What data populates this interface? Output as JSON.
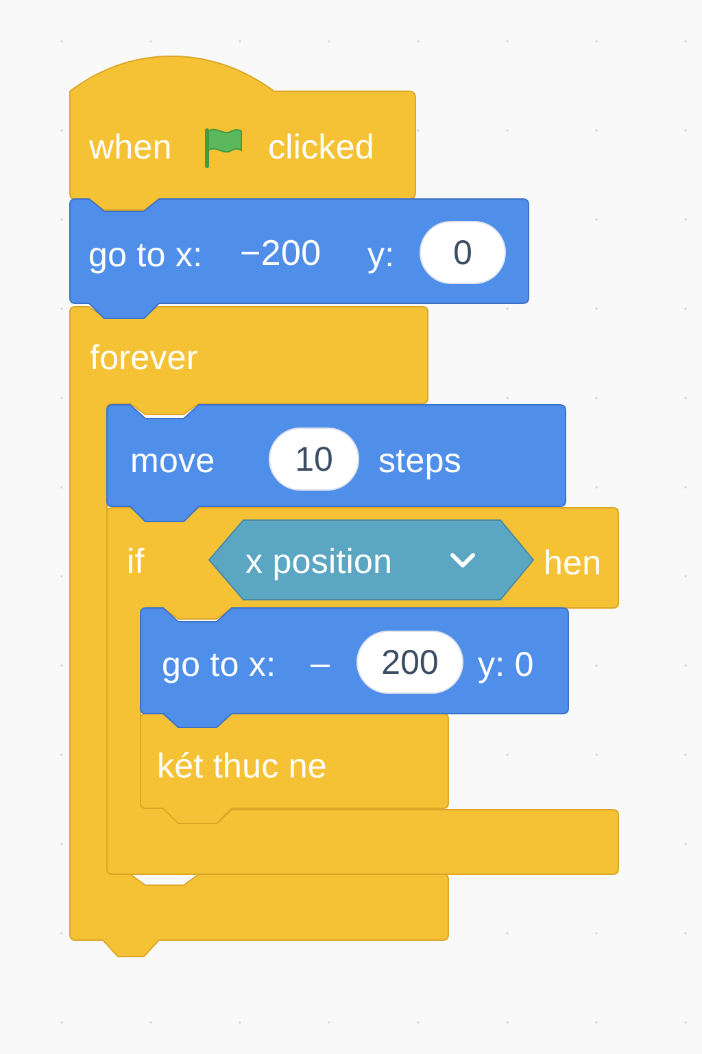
{
  "colors": {
    "events": "#f5c236",
    "events_border": "#dca626",
    "motion": "#4f8fea",
    "motion_border": "#3b72c8",
    "sensing": "#5ba6c2",
    "sensing_border": "#4988a3",
    "flag_green": "#5cb85c",
    "input_text": "#3c4d63"
  },
  "blocks": {
    "hat": {
      "when_label": "when",
      "flag_icon": "green-flag-icon",
      "clicked_label": "clicked"
    },
    "goto_1": {
      "goto_label": "go to x:",
      "x_value": "−200",
      "y_label": "y:",
      "y_value": "0"
    },
    "forever": {
      "label": "forever"
    },
    "move": {
      "move_label": "move",
      "steps_value": "10",
      "steps_label": "steps"
    },
    "if_block": {
      "if_label": "if",
      "condition_label": "x position",
      "dropdown_icon": "chevron-down-icon",
      "then_label": "hen"
    },
    "goto_2": {
      "goto_label": "go to x:",
      "minus_label": "–",
      "x_value": "200",
      "y_label": "y: 0"
    },
    "end_block": {
      "label": "két thuc ne"
    }
  }
}
